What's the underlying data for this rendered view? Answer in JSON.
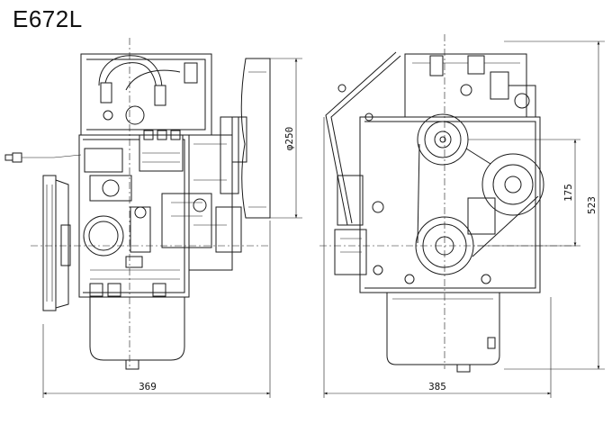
{
  "title": "E672L",
  "dimensions": {
    "side_width": "369",
    "front_width": "385",
    "pulley_dia": "φ250",
    "height_total": "523",
    "height_crank": "175"
  }
}
